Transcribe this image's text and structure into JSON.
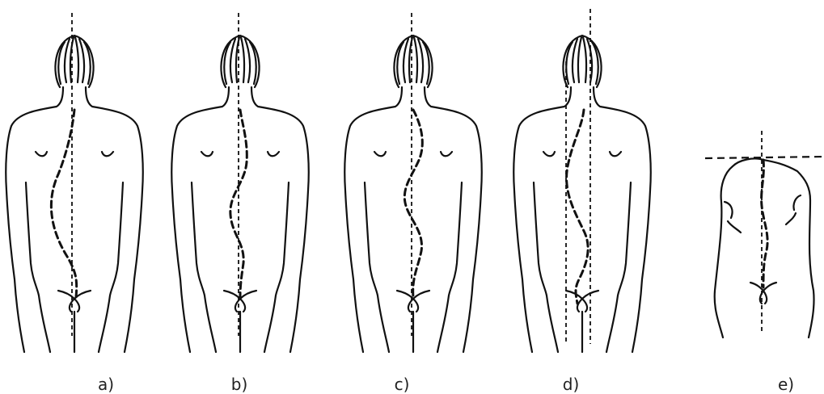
{
  "panels": [
    {
      "id": "a",
      "label": "a)"
    },
    {
      "id": "b",
      "label": "b)"
    },
    {
      "id": "c",
      "label": "c)"
    },
    {
      "id": "d",
      "label": "d)"
    },
    {
      "id": "e",
      "label": "e)"
    }
  ]
}
